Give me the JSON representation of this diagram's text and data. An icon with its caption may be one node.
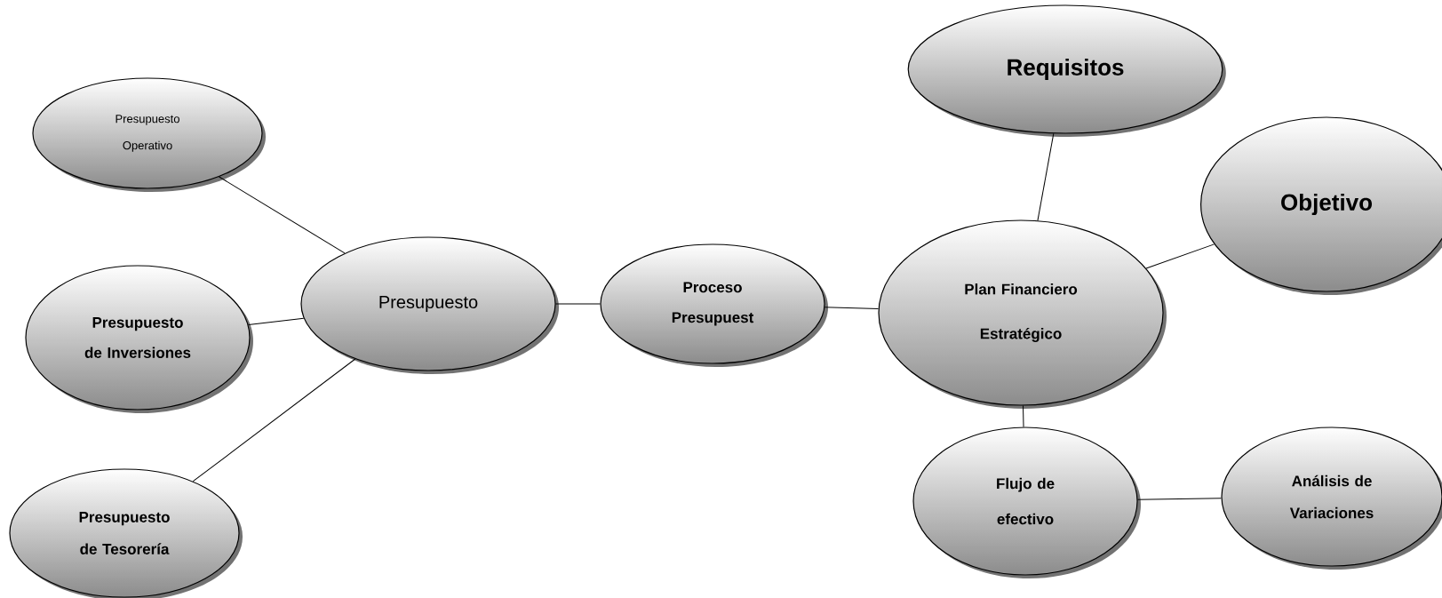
{
  "diagram": {
    "nodes": [
      {
        "text": [
          "Presupuesto Operativo"
        ]
      },
      {
        "text": [
          "Presupuesto de Inversiones"
        ]
      },
      {
        "text": [
          "Presupuesto de Tesorería"
        ]
      },
      {
        "text": [
          "Presupuesto"
        ]
      },
      {
        "text": [
          "Proceso Presupuest"
        ]
      },
      {
        "text": [
          "Plan Financiero Estratégico"
        ]
      },
      {
        "text": [
          "Requisitos"
        ]
      },
      {
        "text": [
          "Objetivo"
        ]
      },
      {
        "text": [
          "Flujo de efectivo"
        ]
      },
      {
        "text": [
          "Análisis de Variaciones"
        ]
      }
    ],
    "edges": [
      {
        "from": 0,
        "to": 3,
        "arrow": "none"
      },
      {
        "from": 1,
        "to": 3,
        "arrow": "none"
      },
      {
        "from": 2,
        "to": 3,
        "arrow": "none"
      },
      {
        "from": 3,
        "to": 4,
        "arrow": "none"
      },
      {
        "from": 4,
        "to": 5,
        "arrow": "none"
      },
      {
        "from": 5,
        "to": 6,
        "arrow": "none"
      },
      {
        "from": 5,
        "to": 7,
        "arrow": "none"
      },
      {
        "from": 5,
        "to": 8,
        "arrow": "none"
      },
      {
        "from": 8,
        "to": 9,
        "arrow": "none"
      }
    ]
  }
}
